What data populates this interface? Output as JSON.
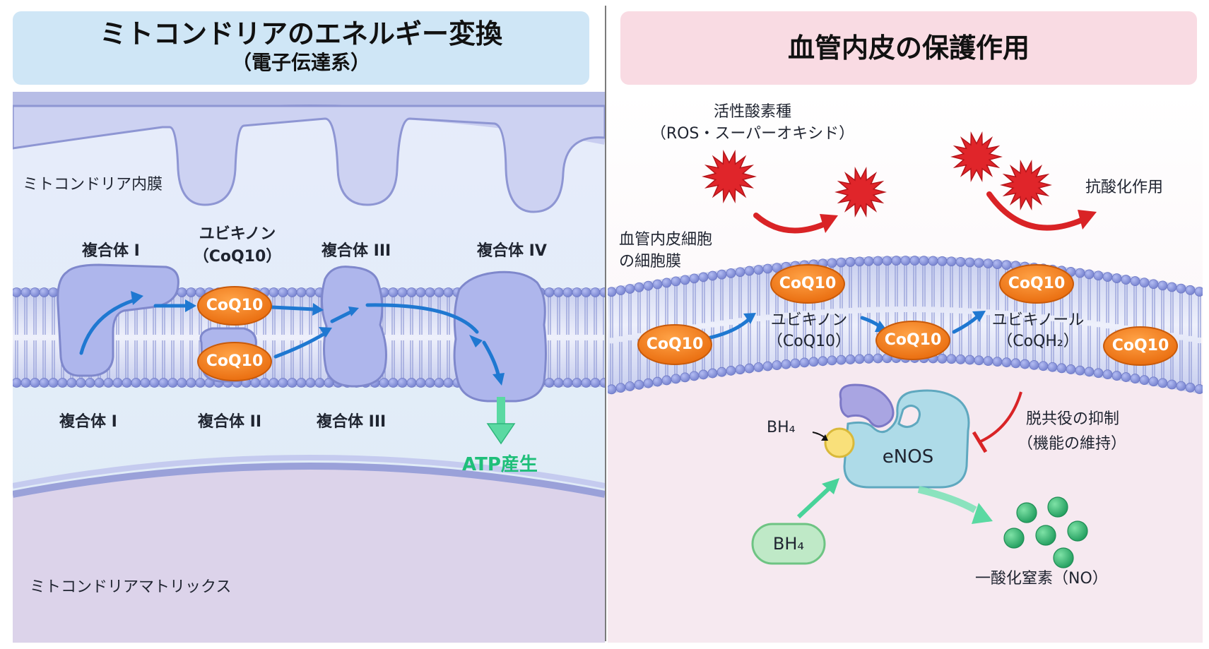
{
  "left_panel": {
    "title": "ミトコンドリアのエネルギー変換",
    "subtitle": "（電子伝達系）",
    "inner_membrane_label": "ミトコンドリア内膜",
    "matrix_label": "ミトコンドリアマトリックス",
    "complex_1_top": "複合体 I",
    "ubiquinone_top": "ユビキノン",
    "ubiquinone_top_paren": "（CoQ10）",
    "complex_3_top": "複合体 III",
    "complex_4_top": "複合体 IV",
    "complex_1_bottom": "複合体 I",
    "complex_2_bottom": "複合体 II",
    "complex_3_bottom": "複合体 III",
    "coq_a": "CoQ10",
    "coq_b": "CoQ10",
    "atp_label": "ATP産生"
  },
  "right_panel": {
    "title": "血管内皮の保護作用",
    "ros_label": "活性酸素種",
    "ros_sub": "（ROS・スーパーオキシド）",
    "antioxidant_label": "抗酸化作用",
    "cell_membrane_label_1": "血管内皮細胞",
    "cell_membrane_label_2": "の細胞膜",
    "coq_1": "CoQ10",
    "coq_2": "CoQ10",
    "coq_3": "CoQ10",
    "coq_4": "CoQ10",
    "coq_5": "CoQ10",
    "ubiquinone": "ユビキノン",
    "ubiquinone_paren": "（CoQ10）",
    "ubiquinol": "ユビキノール",
    "ubiquinol_paren": "（CoQH₂）",
    "uncoupling_1": "脱共役の抑制",
    "uncoupling_2": "（機能の維持）",
    "bh4_small": "BH₄",
    "bh4_big": "BH₄",
    "enos": "eNOS",
    "no_label": "一酸化窒素（NO）"
  },
  "colors": {
    "membrane_fill": "#aab3e0",
    "bead": "#8f9ae0",
    "complex_fill": "#aeb6ec",
    "coq_fill": "#f07d1a",
    "arrow_blue": "#1f78d1",
    "arrow_red": "#d92326",
    "arrow_green": "#48d399",
    "enos_fill": "#aedbe8",
    "no_dot": "#2fb573"
  }
}
